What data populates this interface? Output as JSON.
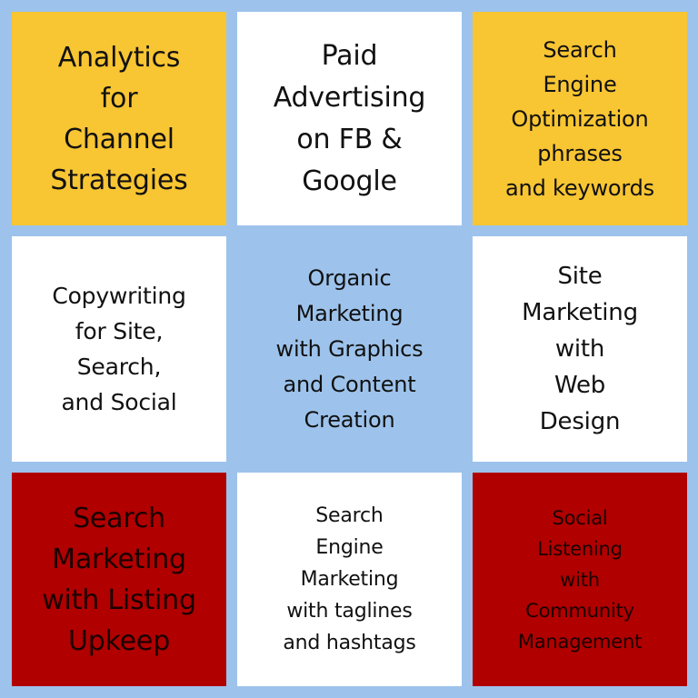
{
  "tiles": [
    {
      "text": "Analytics\nfor\nChannel\nStrategies",
      "color": "#f8c533"
    },
    {
      "text": "Paid\nAdvertising\non FB &\nGoogle",
      "color": "#ffffff"
    },
    {
      "text": "Search\nEngine\nOptimization\nphrases\nand keywords",
      "color": "#f8c533"
    },
    {
      "text": "Copywriting\nfor Site,\nSearch,\nand Social",
      "color": "#ffffff"
    },
    {
      "text": "Organic\nMarketing\nwith Graphics\nand Content\nCreation",
      "color": "#9dc3ec"
    },
    {
      "text": "Site\nMarketing\nwith\nWeb\nDesign",
      "color": "#ffffff"
    },
    {
      "text": "Search\nMarketing\nwith Listing\nUpkeep",
      "color": "#b10000"
    },
    {
      "text": "Search\nEngine\nMarketing\nwith taglines\nand hashtags",
      "color": "#ffffff"
    },
    {
      "text": "Social\nListening\nwith\nCommunity\nManagement",
      "color": "#b10000"
    }
  ],
  "background_color": "#9dc3ec"
}
